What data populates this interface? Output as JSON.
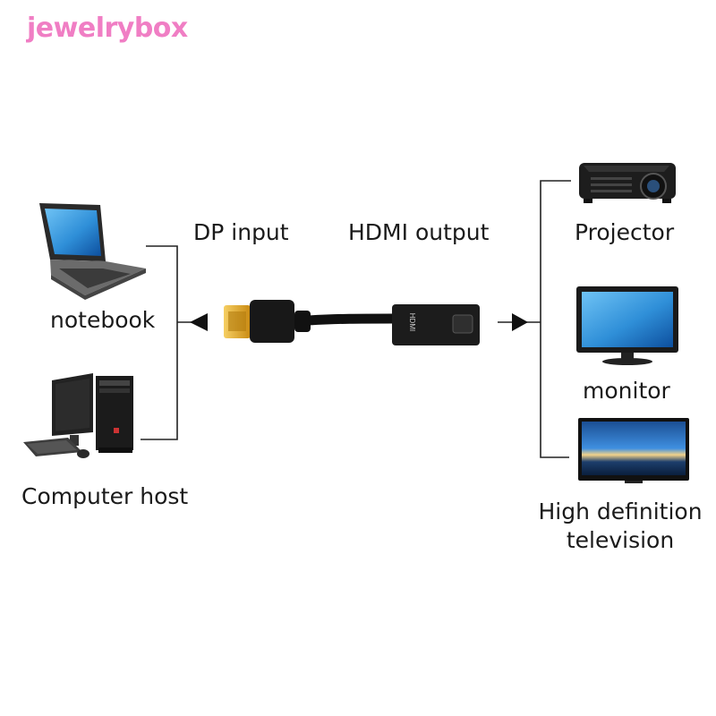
{
  "watermark": {
    "text": "jewelrybox",
    "color": "#f07ec4"
  },
  "labels": {
    "dp_input": "DP input",
    "hdmi_output": "HDMI output",
    "notebook": "notebook",
    "computer_host": "Computer host",
    "projector": "Projector",
    "monitor": "monitor",
    "hdtv_line1": "High definition",
    "hdtv_line2": "television"
  },
  "adapter": {
    "printed_text": "HDMI"
  },
  "colors": {
    "line": "#222222",
    "screen_blue": "#2f8fd8",
    "connector_gold": "#e0a321"
  }
}
